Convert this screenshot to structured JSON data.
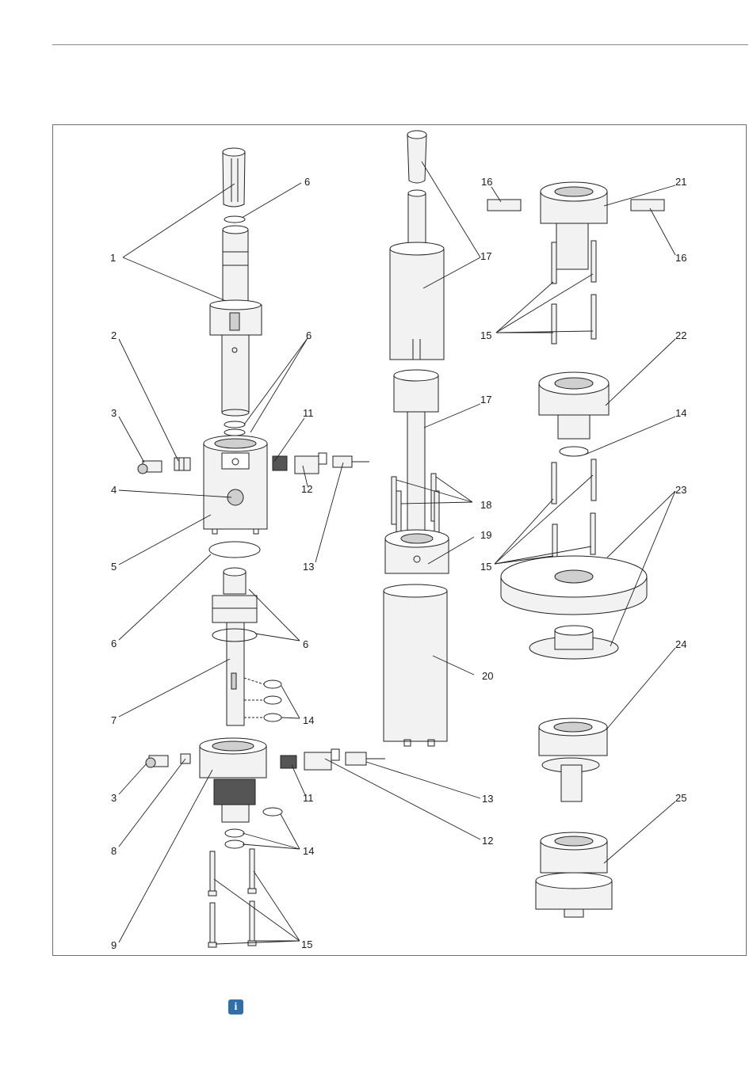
{
  "colors": {
    "info_icon": "#2f6ea8",
    "line": "#222222",
    "part_fill": "#f2f2f2",
    "part_shade": "#cfcfcf"
  },
  "icons": {
    "info": "info-icon"
  },
  "info_glyph": "i",
  "callouts": [
    {
      "key": "c1a",
      "text": "1"
    },
    {
      "key": "c2",
      "text": "2"
    },
    {
      "key": "c3a",
      "text": "3"
    },
    {
      "key": "c4",
      "text": "4"
    },
    {
      "key": "c5",
      "text": "5"
    },
    {
      "key": "c6a",
      "text": "6"
    },
    {
      "key": "c6b",
      "text": "6"
    },
    {
      "key": "c6c",
      "text": "6"
    },
    {
      "key": "c6d",
      "text": "6"
    },
    {
      "key": "c7",
      "text": "7"
    },
    {
      "key": "c3b",
      "text": "3"
    },
    {
      "key": "c8",
      "text": "8"
    },
    {
      "key": "c9",
      "text": "9"
    },
    {
      "key": "c11a",
      "text": "11"
    },
    {
      "key": "c12a",
      "text": "12"
    },
    {
      "key": "c13a",
      "text": "13"
    },
    {
      "key": "c14a",
      "text": "14"
    },
    {
      "key": "c11b",
      "text": "11"
    },
    {
      "key": "c13b",
      "text": "13"
    },
    {
      "key": "c12b",
      "text": "12"
    },
    {
      "key": "c14b",
      "text": "14"
    },
    {
      "key": "c15a",
      "text": "15"
    },
    {
      "key": "c17a",
      "text": "17"
    },
    {
      "key": "c17b",
      "text": "17"
    },
    {
      "key": "c18",
      "text": "18"
    },
    {
      "key": "c19",
      "text": "19"
    },
    {
      "key": "c20",
      "text": "20"
    },
    {
      "key": "c16a",
      "text": "16"
    },
    {
      "key": "c21",
      "text": "21"
    },
    {
      "key": "c16b",
      "text": "16"
    },
    {
      "key": "c15b",
      "text": "15"
    },
    {
      "key": "c22",
      "text": "22"
    },
    {
      "key": "c14c",
      "text": "14"
    },
    {
      "key": "c23",
      "text": "23"
    },
    {
      "key": "c15c",
      "text": "15"
    },
    {
      "key": "c24",
      "text": "24"
    },
    {
      "key": "c25",
      "text": "25"
    }
  ]
}
